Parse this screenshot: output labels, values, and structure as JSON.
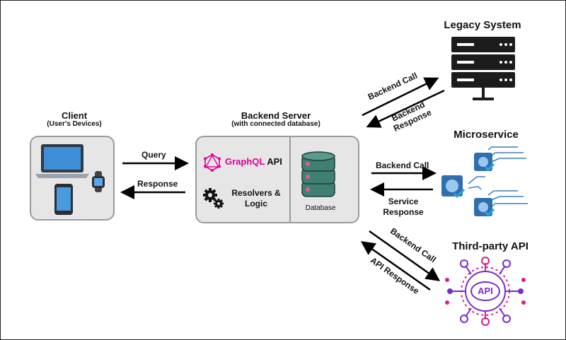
{
  "client": {
    "title": "Client",
    "subtitle": "(User's Devices)"
  },
  "backend": {
    "title": "Backend Server",
    "subtitle": "(with connected database)",
    "graphql_brand": "GraphQL",
    "graphql_suffix": "API",
    "resolvers": "Resolvers &",
    "logic": "Logic",
    "database": "Database"
  },
  "client_flow": {
    "query": "Query",
    "response": "Response"
  },
  "legacy": {
    "title": "Legacy System",
    "call": "Backend Call",
    "response_line1": "Backend",
    "response_line2": "Response"
  },
  "micro": {
    "title": "Microservice",
    "call": "Backend Call",
    "response_line1": "Service",
    "response_line2": "Response"
  },
  "third": {
    "title": "Third-party API",
    "call": "Backend Call",
    "response": "API Response",
    "logo_text": "API"
  },
  "colors": {
    "graphql": "#e10098",
    "db": "#3f7f74",
    "db_dot": "#e85a8a",
    "accent_purple": "#7a2bc9",
    "accent_pink": "#d41e8c",
    "gear_blue": "#3b7fbf"
  }
}
